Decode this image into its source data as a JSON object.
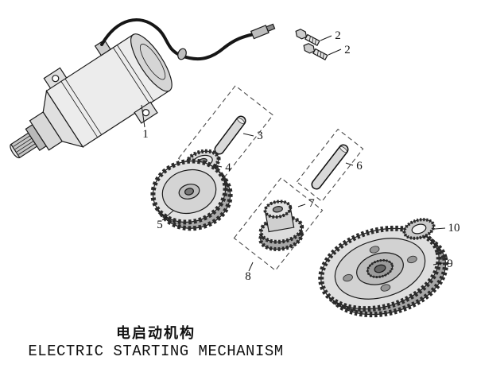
{
  "diagram": {
    "title_zh": "电启动机构",
    "title_en": "ELECTRIC STARTING MECHANISM",
    "labels": {
      "l1": "1",
      "l2a": "2",
      "l2b": "2",
      "l3": "3",
      "l4": "4",
      "l5": "5",
      "l6": "6",
      "l7": "7",
      "l8": "8",
      "l9": "9",
      "l10": "10"
    }
  }
}
